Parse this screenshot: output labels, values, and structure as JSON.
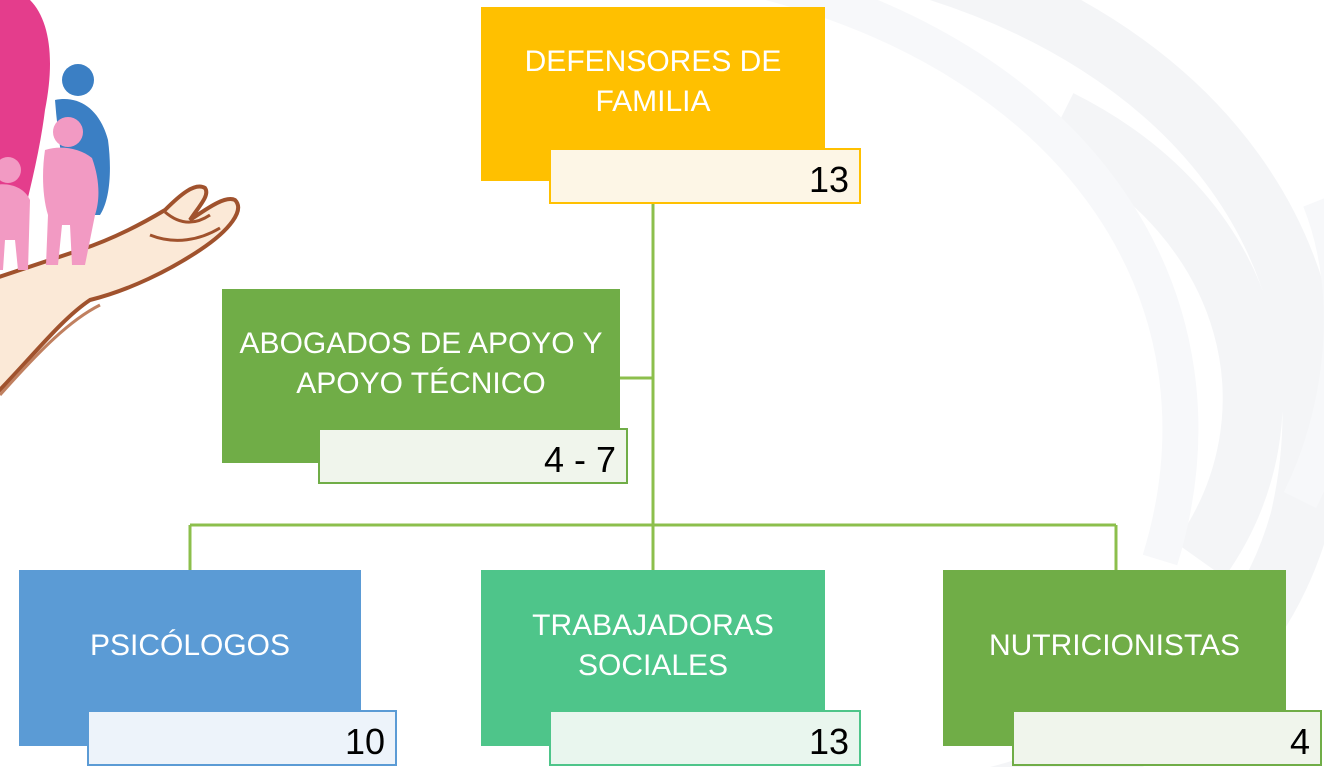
{
  "nodes": {
    "defensores": {
      "label": "DEFENSORES DE FAMILIA",
      "count": "13",
      "color": "#FFC000"
    },
    "abogados": {
      "label": "ABOGADOS DE APOYO Y APOYO TÉCNICO",
      "count": "4 - 7",
      "color": "#70AD47"
    },
    "psicologos": {
      "label": "PSICÓLOGOS",
      "count": "10",
      "color": "#5B9BD5"
    },
    "trabajadoras": {
      "label": "TRABAJADORAS SOCIALES",
      "count": "13",
      "color": "#4EC58A"
    },
    "nutricionistas": {
      "label": "NUTRICIONISTAS",
      "count": "4",
      "color": "#70AD47"
    }
  },
  "colors": {
    "connector": "#8CBF4C",
    "text": "#ffffff"
  },
  "icons": [
    "family-in-hand-icon"
  ]
}
